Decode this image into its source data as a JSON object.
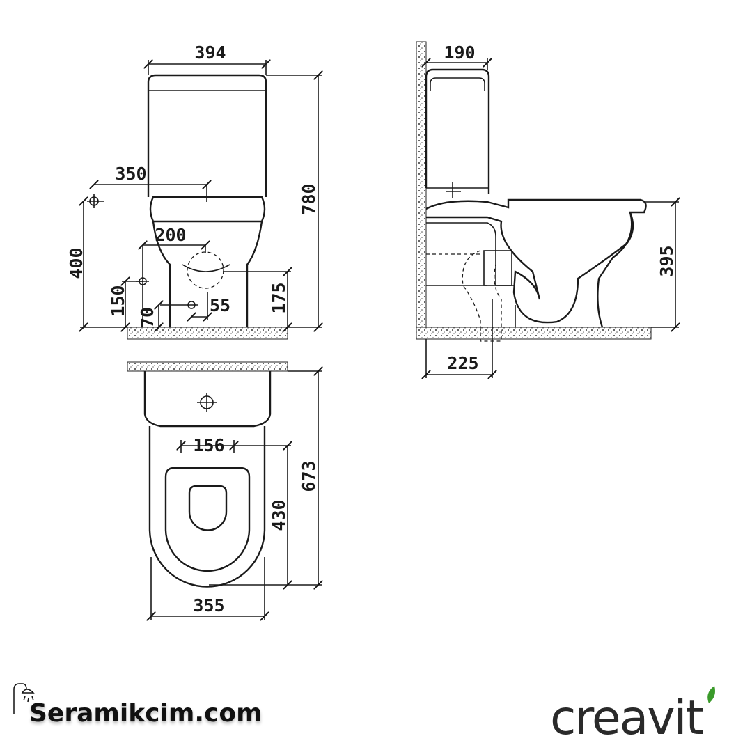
{
  "dimensions": {
    "front_width_tank": "394",
    "front_total_height": "780",
    "front_water_inlet_horizontal": "350",
    "front_water_inlet_height": "400",
    "front_outlet_spacing": "200",
    "front_fixing_height_150": "150",
    "front_fixing_height_70": "70",
    "front_fixing_offset": "55",
    "front_outlet_height": "175",
    "top_fixing_spacing": "156",
    "top_bowl_length": "430",
    "top_total_depth": "673",
    "top_width": "355",
    "side_tank_depth": "190",
    "side_bowl_height": "395",
    "side_outlet_distance": "225"
  },
  "branding": {
    "left_logo": "Seramikcim.com",
    "right_logo": "creavit",
    "right_logo_leaf_color": "#3a9a2a"
  }
}
